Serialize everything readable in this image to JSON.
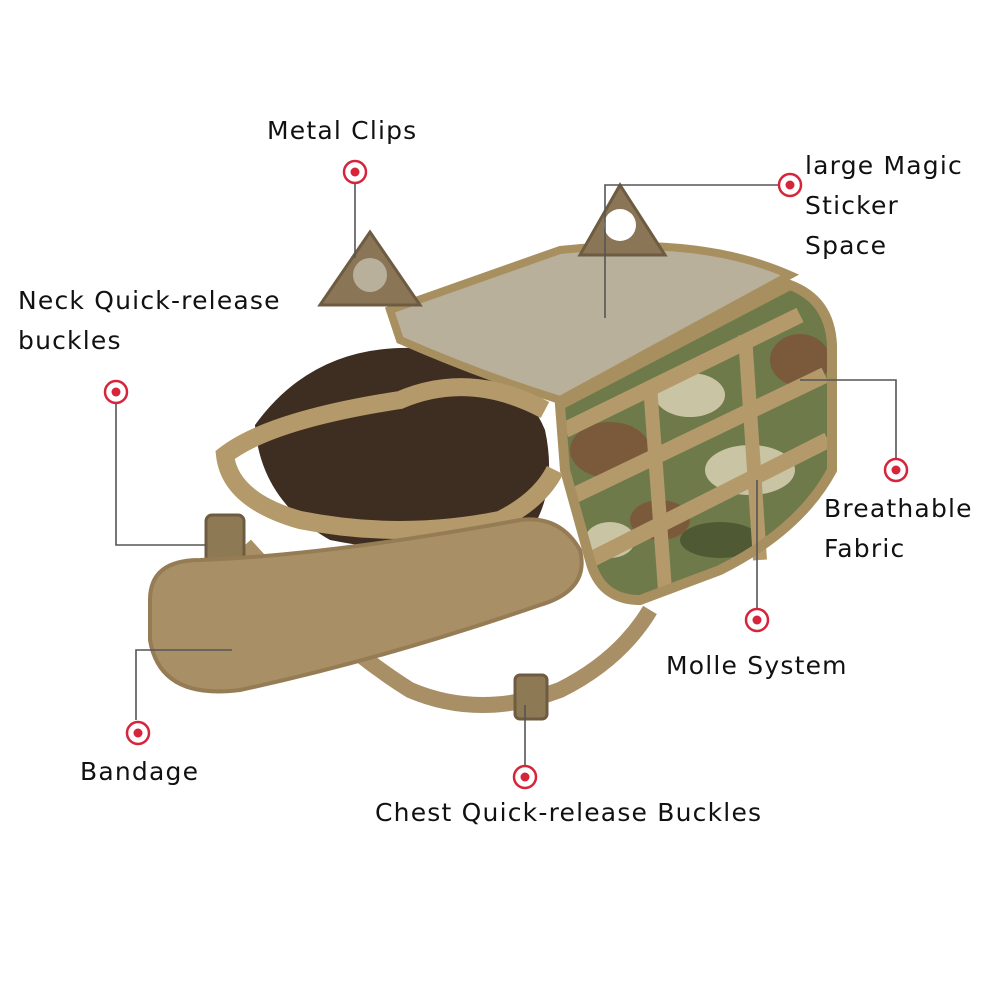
{
  "labels": {
    "metal_clips": "Metal Clips",
    "magic_sticker": [
      "large Magic",
      "Sticker",
      "Space"
    ],
    "neck_buckles": [
      "Neck Quick-release",
      "buckles"
    ],
    "breathable_fabric": [
      "Breathable",
      "Fabric"
    ],
    "molle_system": "Molle System",
    "bandage": "Bandage",
    "chest_buckles": "Chest Quick-release Buckles"
  },
  "colors": {
    "marker_red": "#d6243a",
    "leader_line": "#555555",
    "webbing_tan": "#b49a6a",
    "padding_tan": "#a98f66",
    "velcro_panel": "#b8b09a",
    "mesh_brown": "#3e2e22",
    "camo_green": "#6f7a4a",
    "camo_brown": "#7b5a3c",
    "camo_light": "#c8c4a4"
  }
}
